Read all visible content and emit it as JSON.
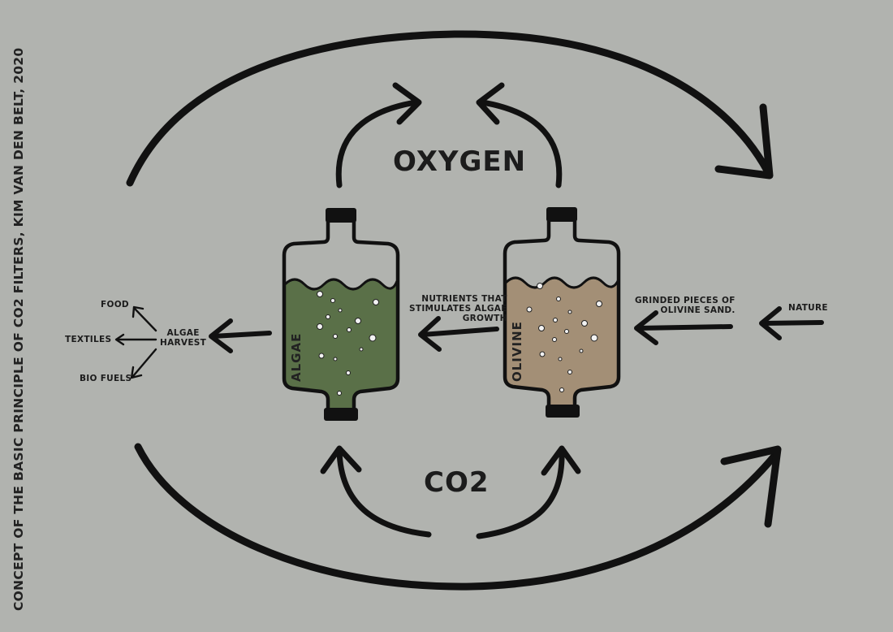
{
  "side_title": {
    "main": "CONCEPT OF THE BASIC PRINCIPLE OF CO2 FILTERS",
    "author": ", KIM VAN DEN BELT",
    "year": ", 2020"
  },
  "labels": {
    "oxygen": "OXYGEN",
    "co2": "CO2",
    "algae_bottle": "ALGAE",
    "olivine_bottle": "OLIVINE",
    "nutrients_line1": "NUTRIENTS THAT",
    "nutrients_line2": "STIMULATES ALGAE",
    "nutrients_line3": "GROWTH",
    "grinded_line1": "GRINDED PIECES OF",
    "grinded_line2": "OLIVINE SAND.",
    "nature": "NATURE",
    "harvest_line1": "ALGAE",
    "harvest_line2": "HARVEST",
    "food": "FOOD",
    "textiles": "TEXTILES",
    "bio_fuels": "BIO FUELS"
  },
  "colors": {
    "background": "#b1b3af",
    "ink": "#111111",
    "algae_fill": "#5a7048",
    "olivine_fill": "#a38f76",
    "bubble": "#f2f2f2"
  }
}
